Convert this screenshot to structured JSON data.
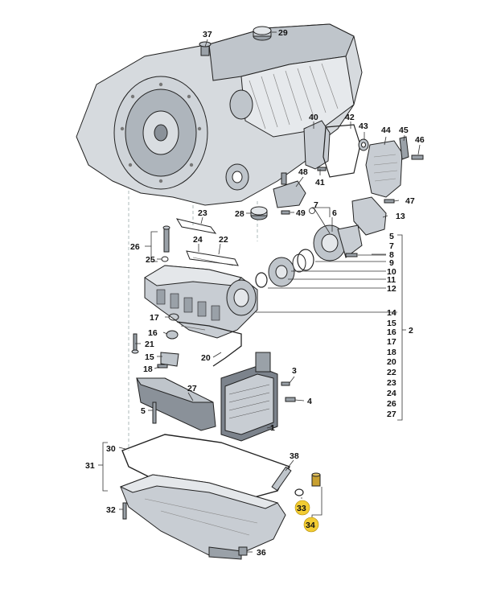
{
  "colors": {
    "highlight": "#f2cc33",
    "part_fill": "#c8cdd3",
    "part_dark": "#7c838c",
    "part_light": "#e4e7ea",
    "line": "#222222"
  },
  "highlighted": [
    "33",
    "34"
  ],
  "labels": [
    {
      "text": "37"
    },
    {
      "text": "29"
    },
    {
      "text": "40"
    },
    {
      "text": "42"
    },
    {
      "text": "43"
    },
    {
      "text": "44"
    },
    {
      "text": "45"
    },
    {
      "text": "46"
    },
    {
      "text": "48"
    },
    {
      "text": "41"
    },
    {
      "text": "47"
    },
    {
      "text": "28"
    },
    {
      "text": "49"
    },
    {
      "text": "23"
    },
    {
      "text": "7"
    },
    {
      "text": "13"
    },
    {
      "text": "6"
    },
    {
      "text": "26"
    },
    {
      "text": "24"
    },
    {
      "text": "22"
    },
    {
      "text": "25"
    },
    {
      "text": "5"
    },
    {
      "text": "7"
    },
    {
      "text": "8"
    },
    {
      "text": "9"
    },
    {
      "text": "10"
    },
    {
      "text": "11"
    },
    {
      "text": "12"
    },
    {
      "text": "17"
    },
    {
      "text": "16"
    },
    {
      "text": "21"
    },
    {
      "text": "15"
    },
    {
      "text": "20"
    },
    {
      "text": "18"
    },
    {
      "text": "3"
    },
    {
      "text": "4"
    },
    {
      "text": "27"
    },
    {
      "text": "5"
    },
    {
      "text": "1"
    },
    {
      "text": "15"
    },
    {
      "text": "16"
    },
    {
      "text": "14"
    },
    {
      "text": "17"
    },
    {
      "text": "18"
    },
    {
      "text": "20"
    },
    {
      "text": "22"
    },
    {
      "text": "23"
    },
    {
      "text": "24"
    },
    {
      "text": "26"
    },
    {
      "text": "27"
    },
    {
      "text": "2"
    },
    {
      "text": "30"
    },
    {
      "text": "38"
    },
    {
      "text": "31"
    },
    {
      "text": "32"
    },
    {
      "text": "33"
    },
    {
      "text": "34"
    },
    {
      "text": "36"
    }
  ]
}
